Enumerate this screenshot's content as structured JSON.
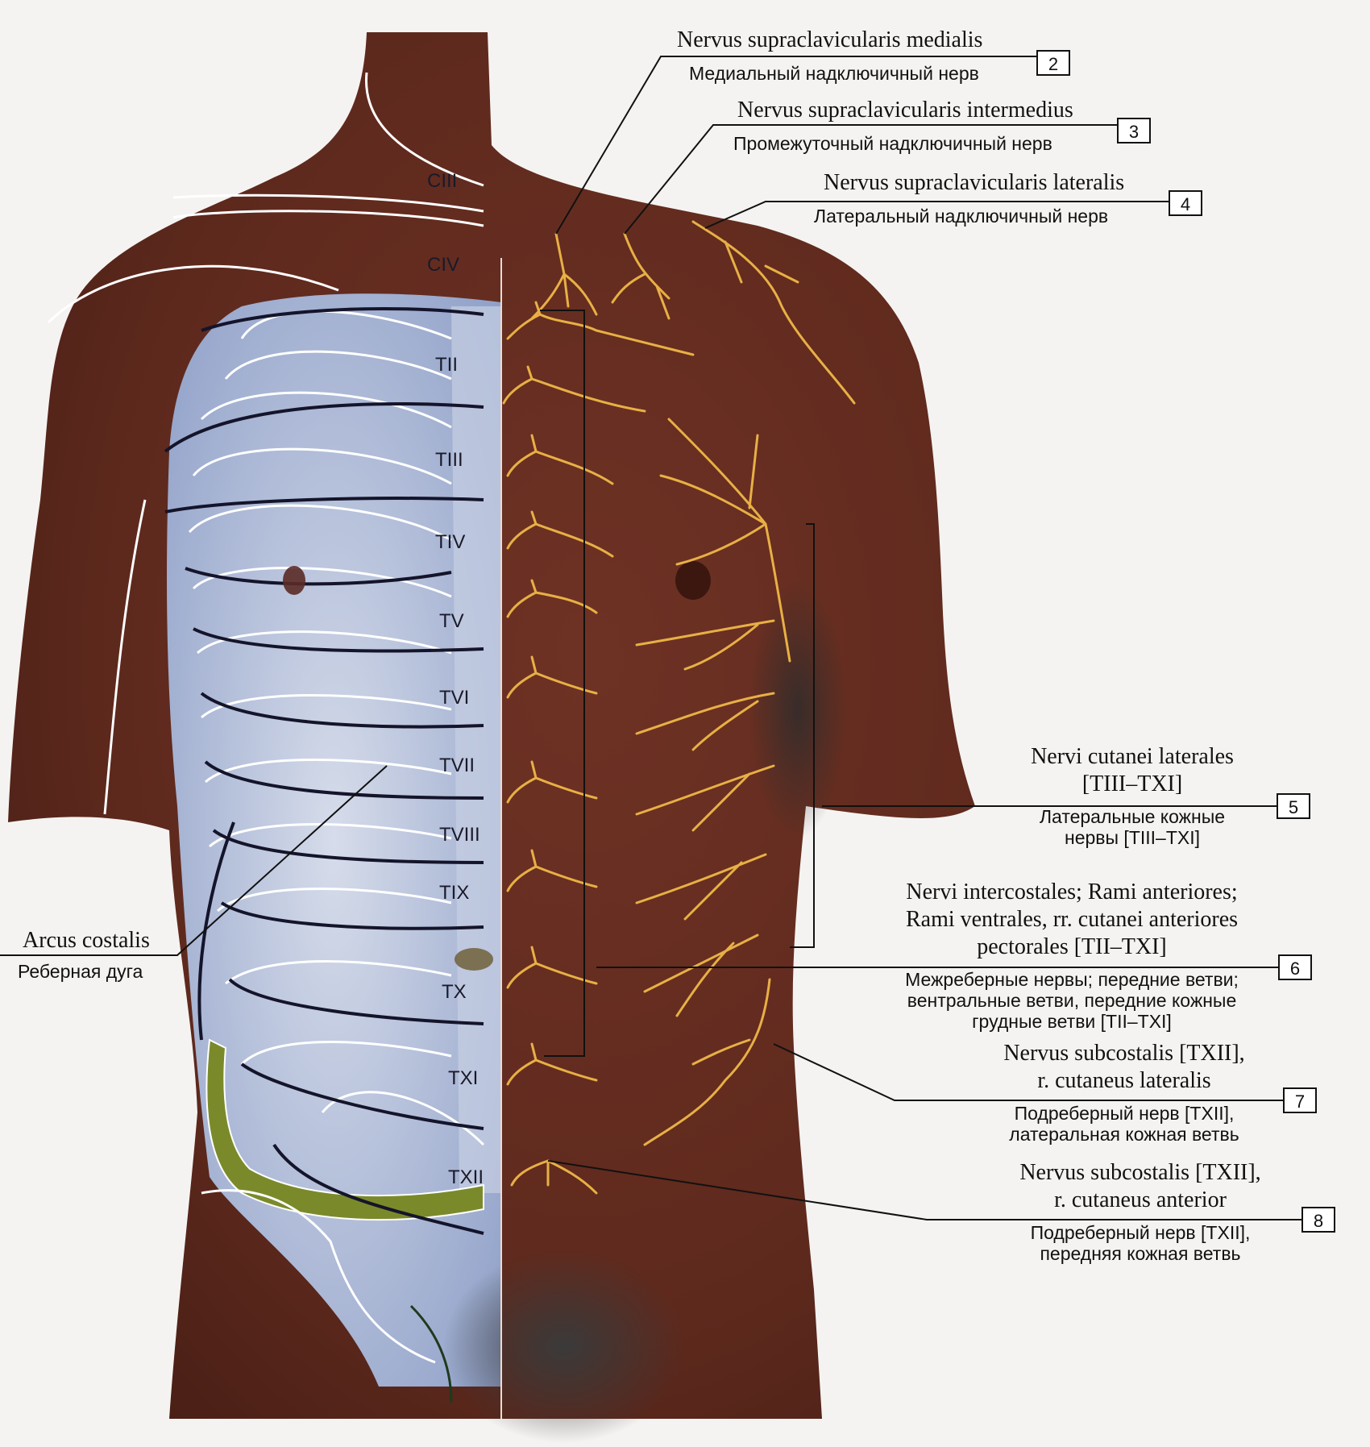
{
  "segments": [
    "CIII",
    "CIV",
    "TII",
    "TIII",
    "TIV",
    "TV",
    "TVI",
    "TVII",
    "TVIII",
    "TIX",
    "TX",
    "TXI",
    "TXII"
  ],
  "labels": {
    "l2": {
      "num": "2",
      "latin": "Nervus supraclavicularis medialis",
      "russian": "Медиальный надключичный нерв"
    },
    "l3": {
      "num": "3",
      "latin": "Nervus supraclavicularis intermedius",
      "russian": "Промежуточный надключичный нерв"
    },
    "l4": {
      "num": "4",
      "latin": "Nervus supraclavicularis lateralis",
      "russian": "Латеральный надключичный нерв"
    },
    "l5": {
      "num": "5",
      "latin": [
        "Nervi cutanei laterales",
        "[TIII–TXI]"
      ],
      "russian": [
        "Латеральные кожные",
        "нервы [TIII–TXI]"
      ]
    },
    "l6": {
      "num": "6",
      "latin": [
        "Nervi intercostales; Rami anteriores;",
        "Rami ventrales, rr. cutanei anteriores",
        "pectorales [TII–TXI]"
      ],
      "russian": [
        "Межреберные нервы; передние ветви;",
        "вентральные ветви, передние кожные",
        "грудные ветви [TII–TXI]"
      ]
    },
    "l7": {
      "num": "7",
      "latin": [
        "Nervus subcostalis [TXII],",
        "r. cutaneus lateralis"
      ],
      "russian": [
        "Подреберный нерв [TXII],",
        "латеральная кожная ветвь"
      ]
    },
    "l8": {
      "num": "8",
      "latin": [
        "Nervus subcostalis [TXII],",
        "r. cutaneus anterior"
      ],
      "russian": [
        "Подреберный нерв [TXII],",
        "передняя кожная ветвь"
      ]
    },
    "arcus": {
      "latin": "Arcus costalis",
      "russian": "Реберная дуга"
    }
  },
  "colors": {
    "skin": "#6a2f22",
    "ribcage": "#b9c6de",
    "nerve": "#e8b045",
    "rib_outline": "#ffffff",
    "dermatome_line": "#14142a"
  }
}
